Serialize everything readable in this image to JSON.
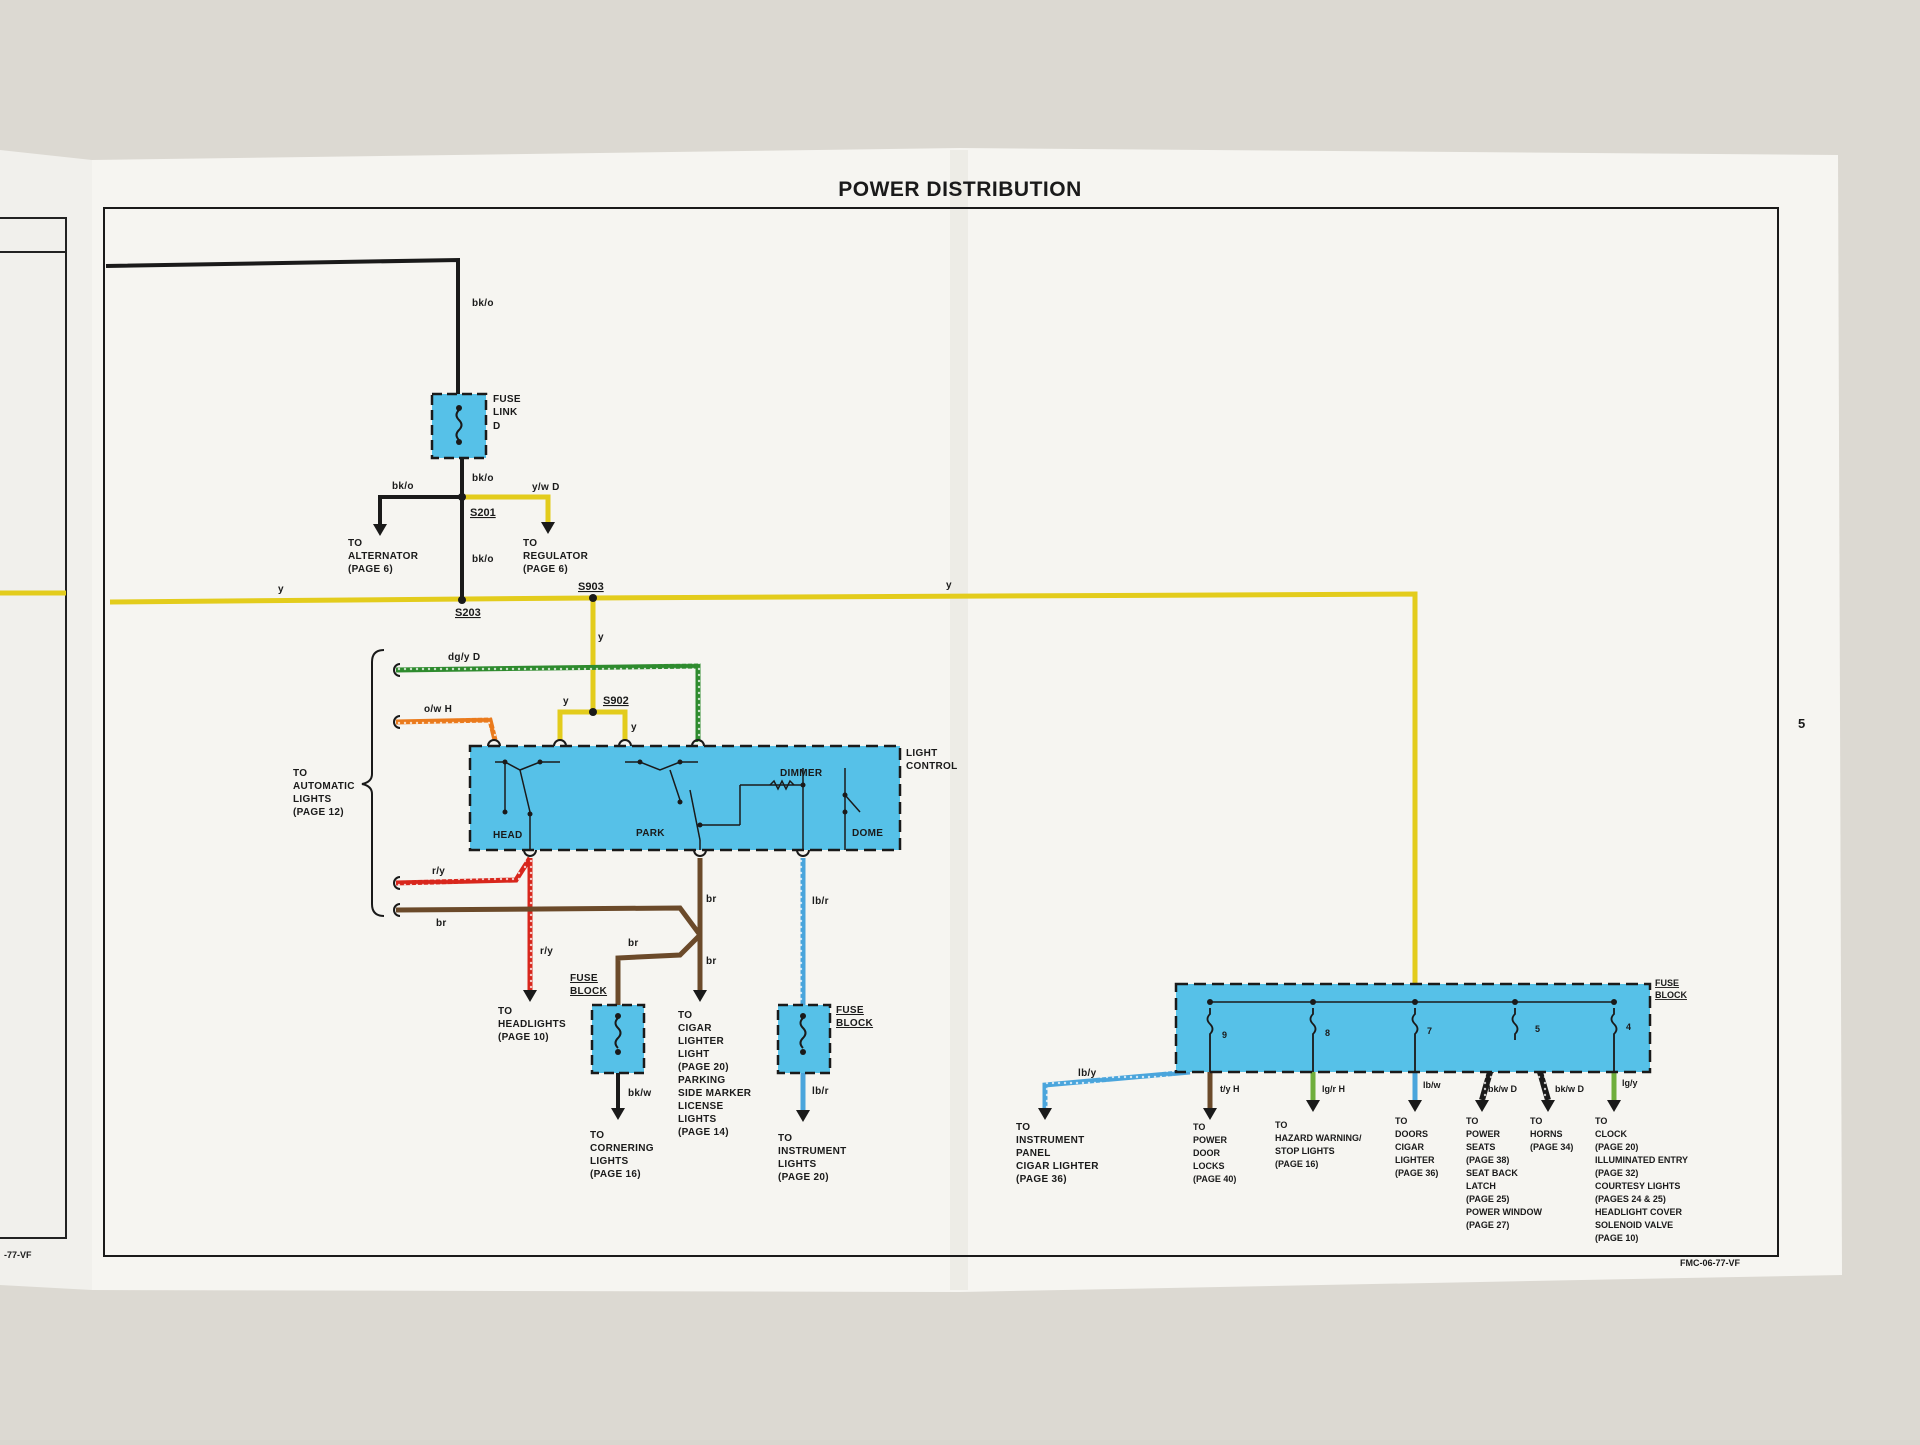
{
  "title": "POWER DISTRIBUTION",
  "page_number": "5",
  "doc_code": "FMC-06-77-VF",
  "left_page_code": "-77-VF",
  "colors": {
    "paper": "#f6f5f1",
    "component_fill": "#56c1e8",
    "wire_yellow": "#e3cc1c",
    "wire_black": "#1a1a1a",
    "wire_brown": "#6b4a2a",
    "wire_green": "#2e8b2e",
    "wire_red": "#d8261c",
    "wire_orange": "#ea7a1c",
    "wire_lightblue": "#4aa5dc"
  },
  "splices": [
    "S201",
    "S203",
    "S903",
    "S902"
  ],
  "components": {
    "fuse_link": [
      "FUSE",
      "LINK",
      "D"
    ],
    "light_control": {
      "name": [
        "LIGHT",
        "CONTROL"
      ],
      "switches": [
        "HEAD",
        "PARK",
        "DIMMER",
        "DOME"
      ]
    },
    "fuse_block_label": [
      "FUSE",
      "BLOCK"
    ],
    "fuse_numbers": [
      "9",
      "8",
      "7",
      "5",
      "4"
    ]
  },
  "wires": {
    "bk_o": "bk/o",
    "y_w_d": "y/w D",
    "y": "y",
    "dg_y_d": "dg/y D",
    "o_w_h": "o/w H",
    "r_y": "r/y",
    "br": "br",
    "lb_r": "lb/r",
    "bk_w": "bk/w",
    "lb_y": "lb/y",
    "t_y_h": "t/y H",
    "lg_r_h": "lg/r H",
    "lb_w": "lb/w",
    "bk_w_d": "bk/w D",
    "bk_w_d2": "bk/w D",
    "lg_y": "lg/y"
  },
  "destinations": {
    "alternator": [
      "TO",
      "ALTERNATOR",
      "(PAGE 6)"
    ],
    "regulator": [
      "TO",
      "REGULATOR",
      "(PAGE 6)"
    ],
    "automatic_lights": [
      "TO",
      "AUTOMATIC",
      "LIGHTS",
      "(PAGE 12)"
    ],
    "headlights": [
      "TO",
      "HEADLIGHTS",
      "(PAGE 10)"
    ],
    "cornering": [
      "TO",
      "CORNERING",
      "LIGHTS",
      "(PAGE 16)"
    ],
    "cigar_lighter": [
      "TO",
      "CIGAR",
      "LIGHTER",
      "LIGHT",
      "(PAGE 20)",
      "PARKING",
      "SIDE MARKER",
      "LICENSE",
      "LIGHTS",
      "(PAGE 14)"
    ],
    "instrument_lights": [
      "TO",
      "INSTRUMENT",
      "LIGHTS",
      "(PAGE 20)"
    ],
    "instrument_panel": [
      "TO",
      "INSTRUMENT",
      "PANEL",
      "CIGAR LIGHTER",
      "(PAGE 36)"
    ],
    "power_door_locks": [
      "TO",
      "POWER",
      "DOOR",
      "LOCKS",
      "(PAGE 40)"
    ],
    "hazard": [
      "TO",
      "HAZARD WARNING/",
      "STOP LIGHTS",
      "(PAGE 16)"
    ],
    "doors": [
      "TO",
      "DOORS",
      "CIGAR",
      "LIGHTER",
      "(PAGE 36)"
    ],
    "power_seats": [
      "TO",
      "POWER",
      "SEATS",
      "(PAGE 38)",
      "SEAT BACK",
      "LATCH",
      "(PAGE 25)",
      "POWER WINDOW",
      "(PAGE 27)"
    ],
    "horns": [
      "TO",
      "HORNS",
      "(PAGE 34)"
    ],
    "clock": [
      "TO",
      "CLOCK",
      "(PAGE 20)",
      "ILLUMINATED ENTRY",
      "(PAGE 32)",
      "COURTESY LIGHTS",
      "(PAGES 24 & 25)",
      "HEADLIGHT COVER",
      "SOLENOID  VALVE",
      "(PAGE 10)"
    ]
  }
}
